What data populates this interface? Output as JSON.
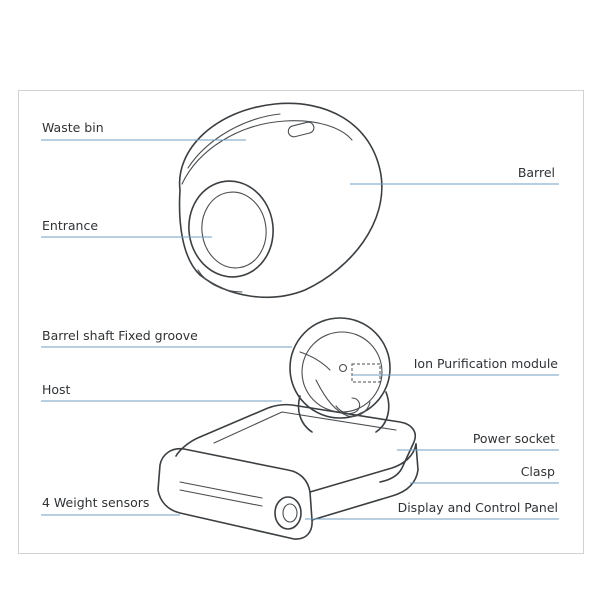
{
  "labels": {
    "waste_bin": "Waste bin",
    "barrel": "Barrel",
    "entrance": "Entrance",
    "barrel_shaft_groove": "Barrel shaft Fixed groove",
    "ion_module": "Ion Purification module",
    "host": "Host",
    "power_socket": "Power socket",
    "clasp": "Clasp",
    "weight_sensors": "4 Weight sensors",
    "display_panel": "Display and Control Panel"
  },
  "colors": {
    "leader": "#6f9fc2",
    "outline": "#3b3f42",
    "frame": "#cfd3d6"
  }
}
